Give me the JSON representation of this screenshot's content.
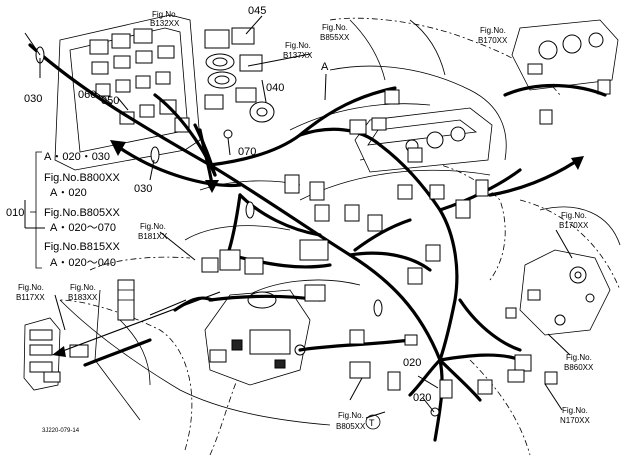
{
  "parts": {
    "p045": "045",
    "p040": "040",
    "p070": "070",
    "p030a": "030",
    "p060": "060",
    "p050": "050",
    "p030b": "030",
    "p010": "010",
    "p020a": "020",
    "p020b": "020",
    "pA": "A",
    "pT": "T"
  },
  "fig_refs": {
    "b132": {
      "l1": "Fig.No.",
      "l2": "B132XX"
    },
    "b137": {
      "l1": "Fig.No.",
      "l2": "B137XX"
    },
    "b855": {
      "l1": "Fig.No.",
      "l2": "B855XX"
    },
    "b170top": {
      "l1": "Fig.No.",
      "l2": "B170XX"
    },
    "b170mid": {
      "l1": "Fig.No.",
      "l2": "B170XX"
    },
    "b181": {
      "l1": "Fig.No.",
      "l2": "B181XX"
    },
    "b117": {
      "l1": "Fig.No.",
      "l2": "B117XX"
    },
    "b183": {
      "l1": "Fig.No.",
      "l2": "B183XX"
    },
    "b860": {
      "l1": "Fig.No.",
      "l2": "B860XX"
    },
    "n170": {
      "l1": "Fig.No.",
      "l2": "N170XX"
    },
    "b805": {
      "l1": "Fig.No.",
      "l2": "B805XX"
    }
  },
  "legend": {
    "l1": "A・020・030",
    "l2": "Fig.No.B800XX",
    "l3": "A・020",
    "l4": "Fig.No.B805XX",
    "l5": "A・020～070",
    "l6": "Fig.No.B815XX",
    "l7": "A・020～040"
  },
  "drawing_code": "3J220-079-14"
}
